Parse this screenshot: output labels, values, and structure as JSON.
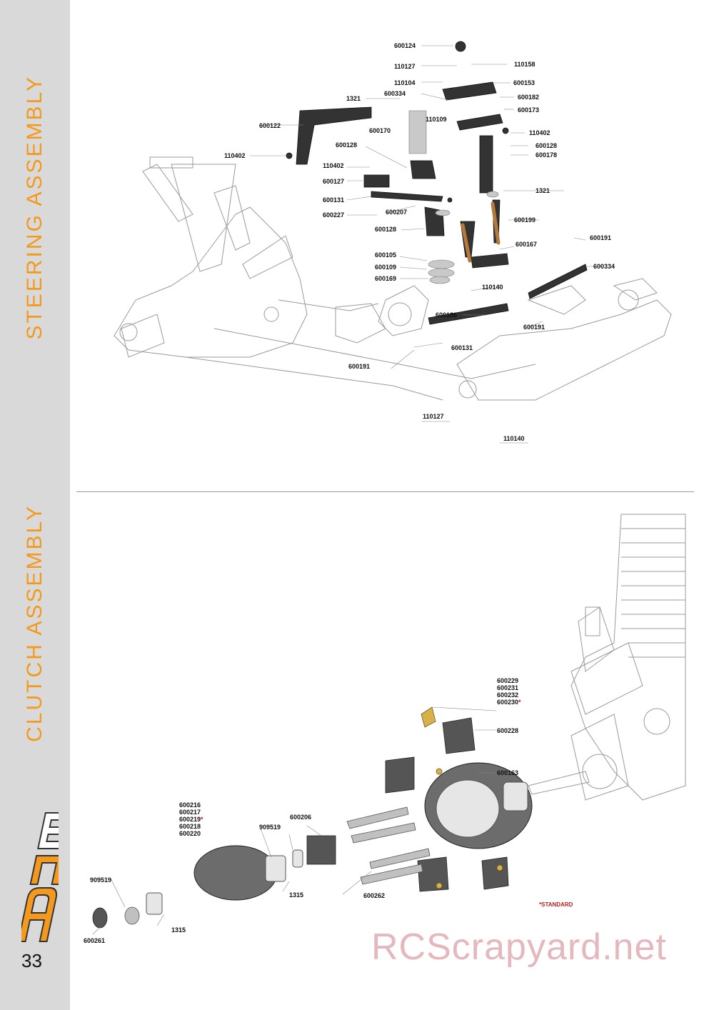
{
  "sidebar": {
    "steering_title": "STEERING ASSEMBLY",
    "clutch_title": "CLUTCH ASSEMBLY",
    "page_number": "33",
    "accent_color": "#f39a1e",
    "logo_icon": "brand-logo-icon"
  },
  "steering": {
    "parts": [
      "600124",
      "110158",
      "110127",
      "110104",
      "600153",
      "600334",
      "600182",
      "1321",
      "110109",
      "600173",
      "600122",
      "600170",
      "110402",
      "600128",
      "600178",
      "110402",
      "600128",
      "110402",
      "600127",
      "1321",
      "600131",
      "600227",
      "600207",
      "600199",
      "600128",
      "600167",
      "600191",
      "600105",
      "600109",
      "600334",
      "600169",
      "110140",
      "600186",
      "600191",
      "600131",
      "600191",
      "110127",
      "110140"
    ]
  },
  "clutch": {
    "parts": [
      "600229",
      "600231",
      "600232",
      "600230",
      "600228",
      "600163",
      "600216",
      "600217",
      "600219",
      "600218",
      "600220",
      "600206",
      "909519",
      "909519",
      "1315",
      "600262",
      "1315",
      "600261"
    ],
    "standard_note": "*STANDARD",
    "asterisk": "*"
  },
  "watermark": "RCScrapyard.net"
}
